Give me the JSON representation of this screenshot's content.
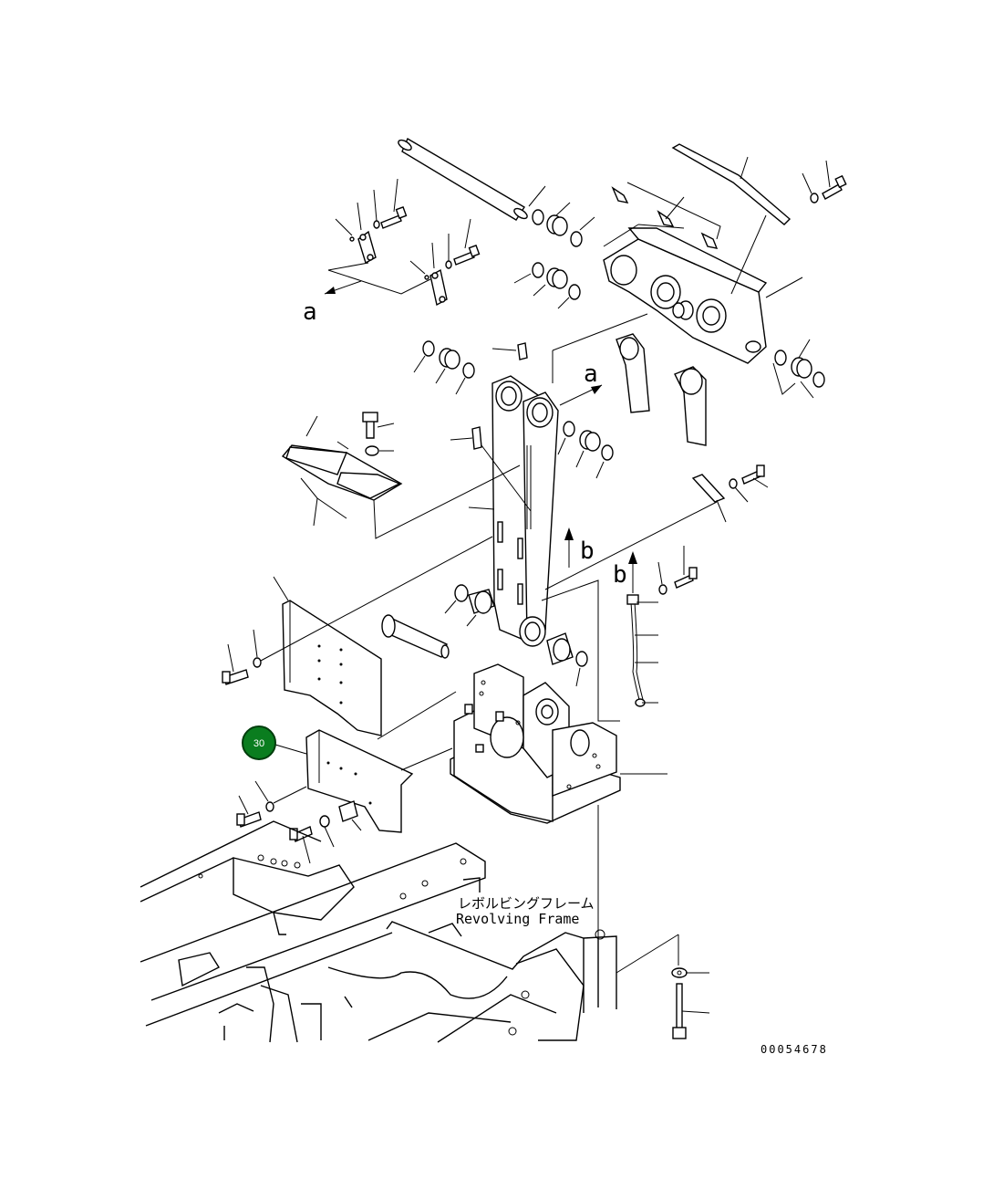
{
  "callouts": {
    "letter_a_left": "a",
    "letter_a_center": "a",
    "letter_b_center": "b",
    "letter_b_right": "b"
  },
  "labels": {
    "frame_label_jp": "レボルビングフレーム",
    "frame_label_en": "Revolving Frame",
    "drawing_number": "00054678"
  },
  "highlight": {
    "item_number": "30",
    "fill_color": "#0a7d1f",
    "stroke_color": "#003d0c"
  }
}
